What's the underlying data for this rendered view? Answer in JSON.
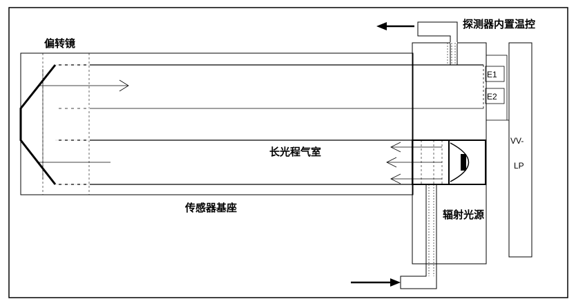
{
  "labels": {
    "deflector_mirror": "偏转镜",
    "detector_temp_control": "探测器内置温控",
    "long_path_gas_chamber": "长光程气室",
    "sensor_base": "传感器基座",
    "radiation_source": "辐射光源",
    "detector_e1": "E1",
    "detector_e2": "E2",
    "board_vv": "VV-",
    "board_lp": "LP"
  }
}
